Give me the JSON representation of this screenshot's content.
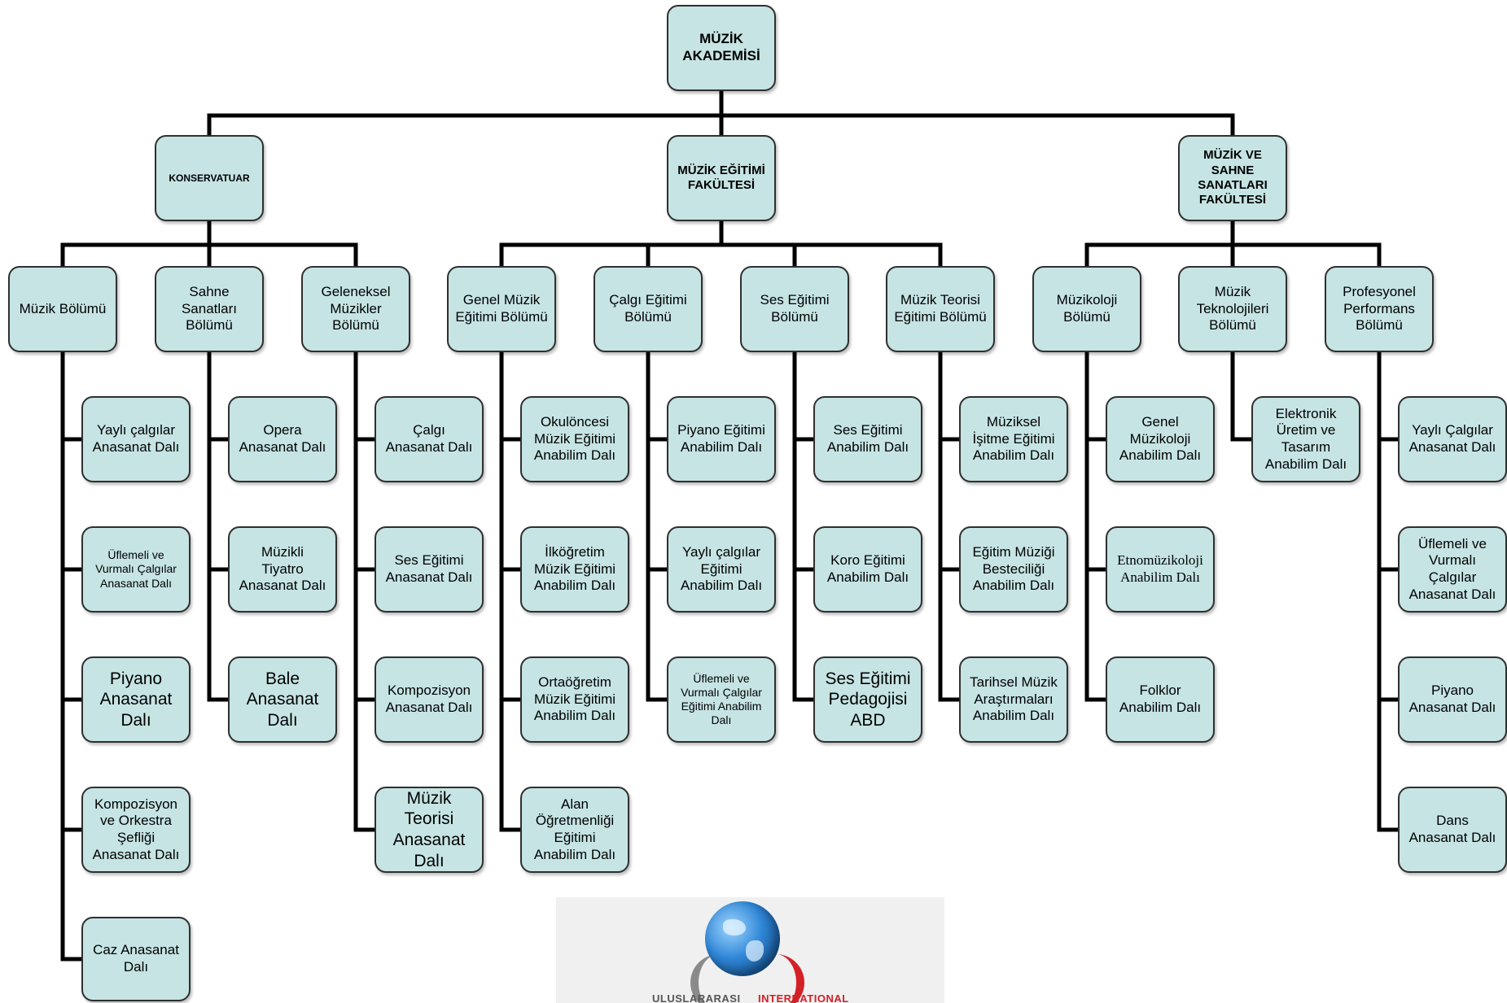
{
  "root": {
    "label": "MÜZİK\nAKADEMİSİ"
  },
  "faculties": [
    {
      "label": "KONSERVATUAR",
      "departments": [
        {
          "label": "Müzik Bölümü",
          "children": [
            "Yaylı çalgılar\nAnasanat Dalı",
            "Üflemeli ve\nVurmalı Çalgılar\nAnasanat Dalı",
            "Piyano\nAnasanat\nDalı",
            "Kompozisyon\nve Orkestra\nŞefliği\nAnasanat Dalı",
            "Caz Anasanat\nDalı"
          ]
        },
        {
          "label": "Sahne\nSanatları\nBölümü",
          "children": [
            "Opera\nAnasanat Dalı",
            "Müzikli\nTiyatro\nAnasanat Dalı",
            "Bale\nAnasanat\nDalı"
          ]
        },
        {
          "label": "Geleneksel\nMüzikler\nBölümü",
          "children": [
            "Çalgı\nAnasanat Dalı",
            "Ses Eğitimi\nAnasanat Dalı",
            "Kompozisyon\nAnasanat Dalı",
            "Müzik Teorisi\nAnasanat\nDalı"
          ]
        }
      ]
    },
    {
      "label": "MÜZİK EĞİTİMİ\nFAKÜLTESİ",
      "departments": [
        {
          "label": "Genel Müzik\nEğitimi Bölümü",
          "children": [
            "Okulöncesi\nMüzik Eğitimi\nAnabilim Dalı",
            "İlköğretim\nMüzik Eğitimi\nAnabilim Dalı",
            "Ortaöğretim\nMüzik Eğitimi\nAnabilim Dalı",
            "Alan\nÖğretmenliği\nEğitimi\nAnabilim Dalı"
          ]
        },
        {
          "label": "Çalgı Eğitimi\nBölümü",
          "children": [
            "Piyano Eğitimi\nAnabilim Dalı",
            "Yaylı çalgılar\nEğitimi\nAnabilim Dalı",
            "Üflemeli ve\nVurmalı Çalgılar\nEğitimi Anabilim\nDalı"
          ]
        },
        {
          "label": "Ses Eğitimi\nBölümü",
          "children": [
            "Ses Eğitimi\nAnabilim Dalı",
            "Koro  Eğitimi\nAnabilim Dalı",
            "Ses Eğitimi\nPedagojisi\nABD"
          ]
        },
        {
          "label": "Müzik Teorisi\nEğitimi Bölümü",
          "children": [
            "Müziksel\nİşitme Eğitimi\nAnabilim Dalı",
            "Eğitim Müziği\nBesteciliği\nAnabilim Dalı",
            "Tarihsel Müzik\nAraştırmaları\nAnabilim Dalı"
          ]
        }
      ]
    },
    {
      "label": "MÜZİK VE\nSAHNE\nSANATLARI\nFAKÜLTESİ",
      "departments": [
        {
          "label": "Müzikoloji\nBölümü",
          "children": [
            "Genel\nMüzikoloji\nAnabilim Dalı",
            "Etnomüzikoloji\nAnabilim Dalı",
            "Folklor\nAnabilim Dalı"
          ]
        },
        {
          "label": "Müzik\nTeknolojileri\nBölümü",
          "children": [
            "Elektronik\nÜretim ve\nTasarım\nAnabilim Dalı"
          ]
        },
        {
          "label": "Profesyonel\nPerformans\nBölümü",
          "children": [
            "Yaylı Çalgılar\nAnasanat Dalı",
            "Üflemeli ve\nVurmalı\nÇalgılar\nAnasanat Dalı",
            "Piyano\nAnasanat Dalı",
            "Dans\nAnasanat Dalı"
          ]
        }
      ]
    }
  ],
  "logo": {
    "text_left": "ULUSLARARASI",
    "text_right": "INTERNATIONAL"
  },
  "colors": {
    "node_fill": "#c6e4e4",
    "node_border": "#2f2f2f",
    "connector": "#000000",
    "logo_red": "#d42027",
    "logo_grey": "#8a8a8a"
  }
}
